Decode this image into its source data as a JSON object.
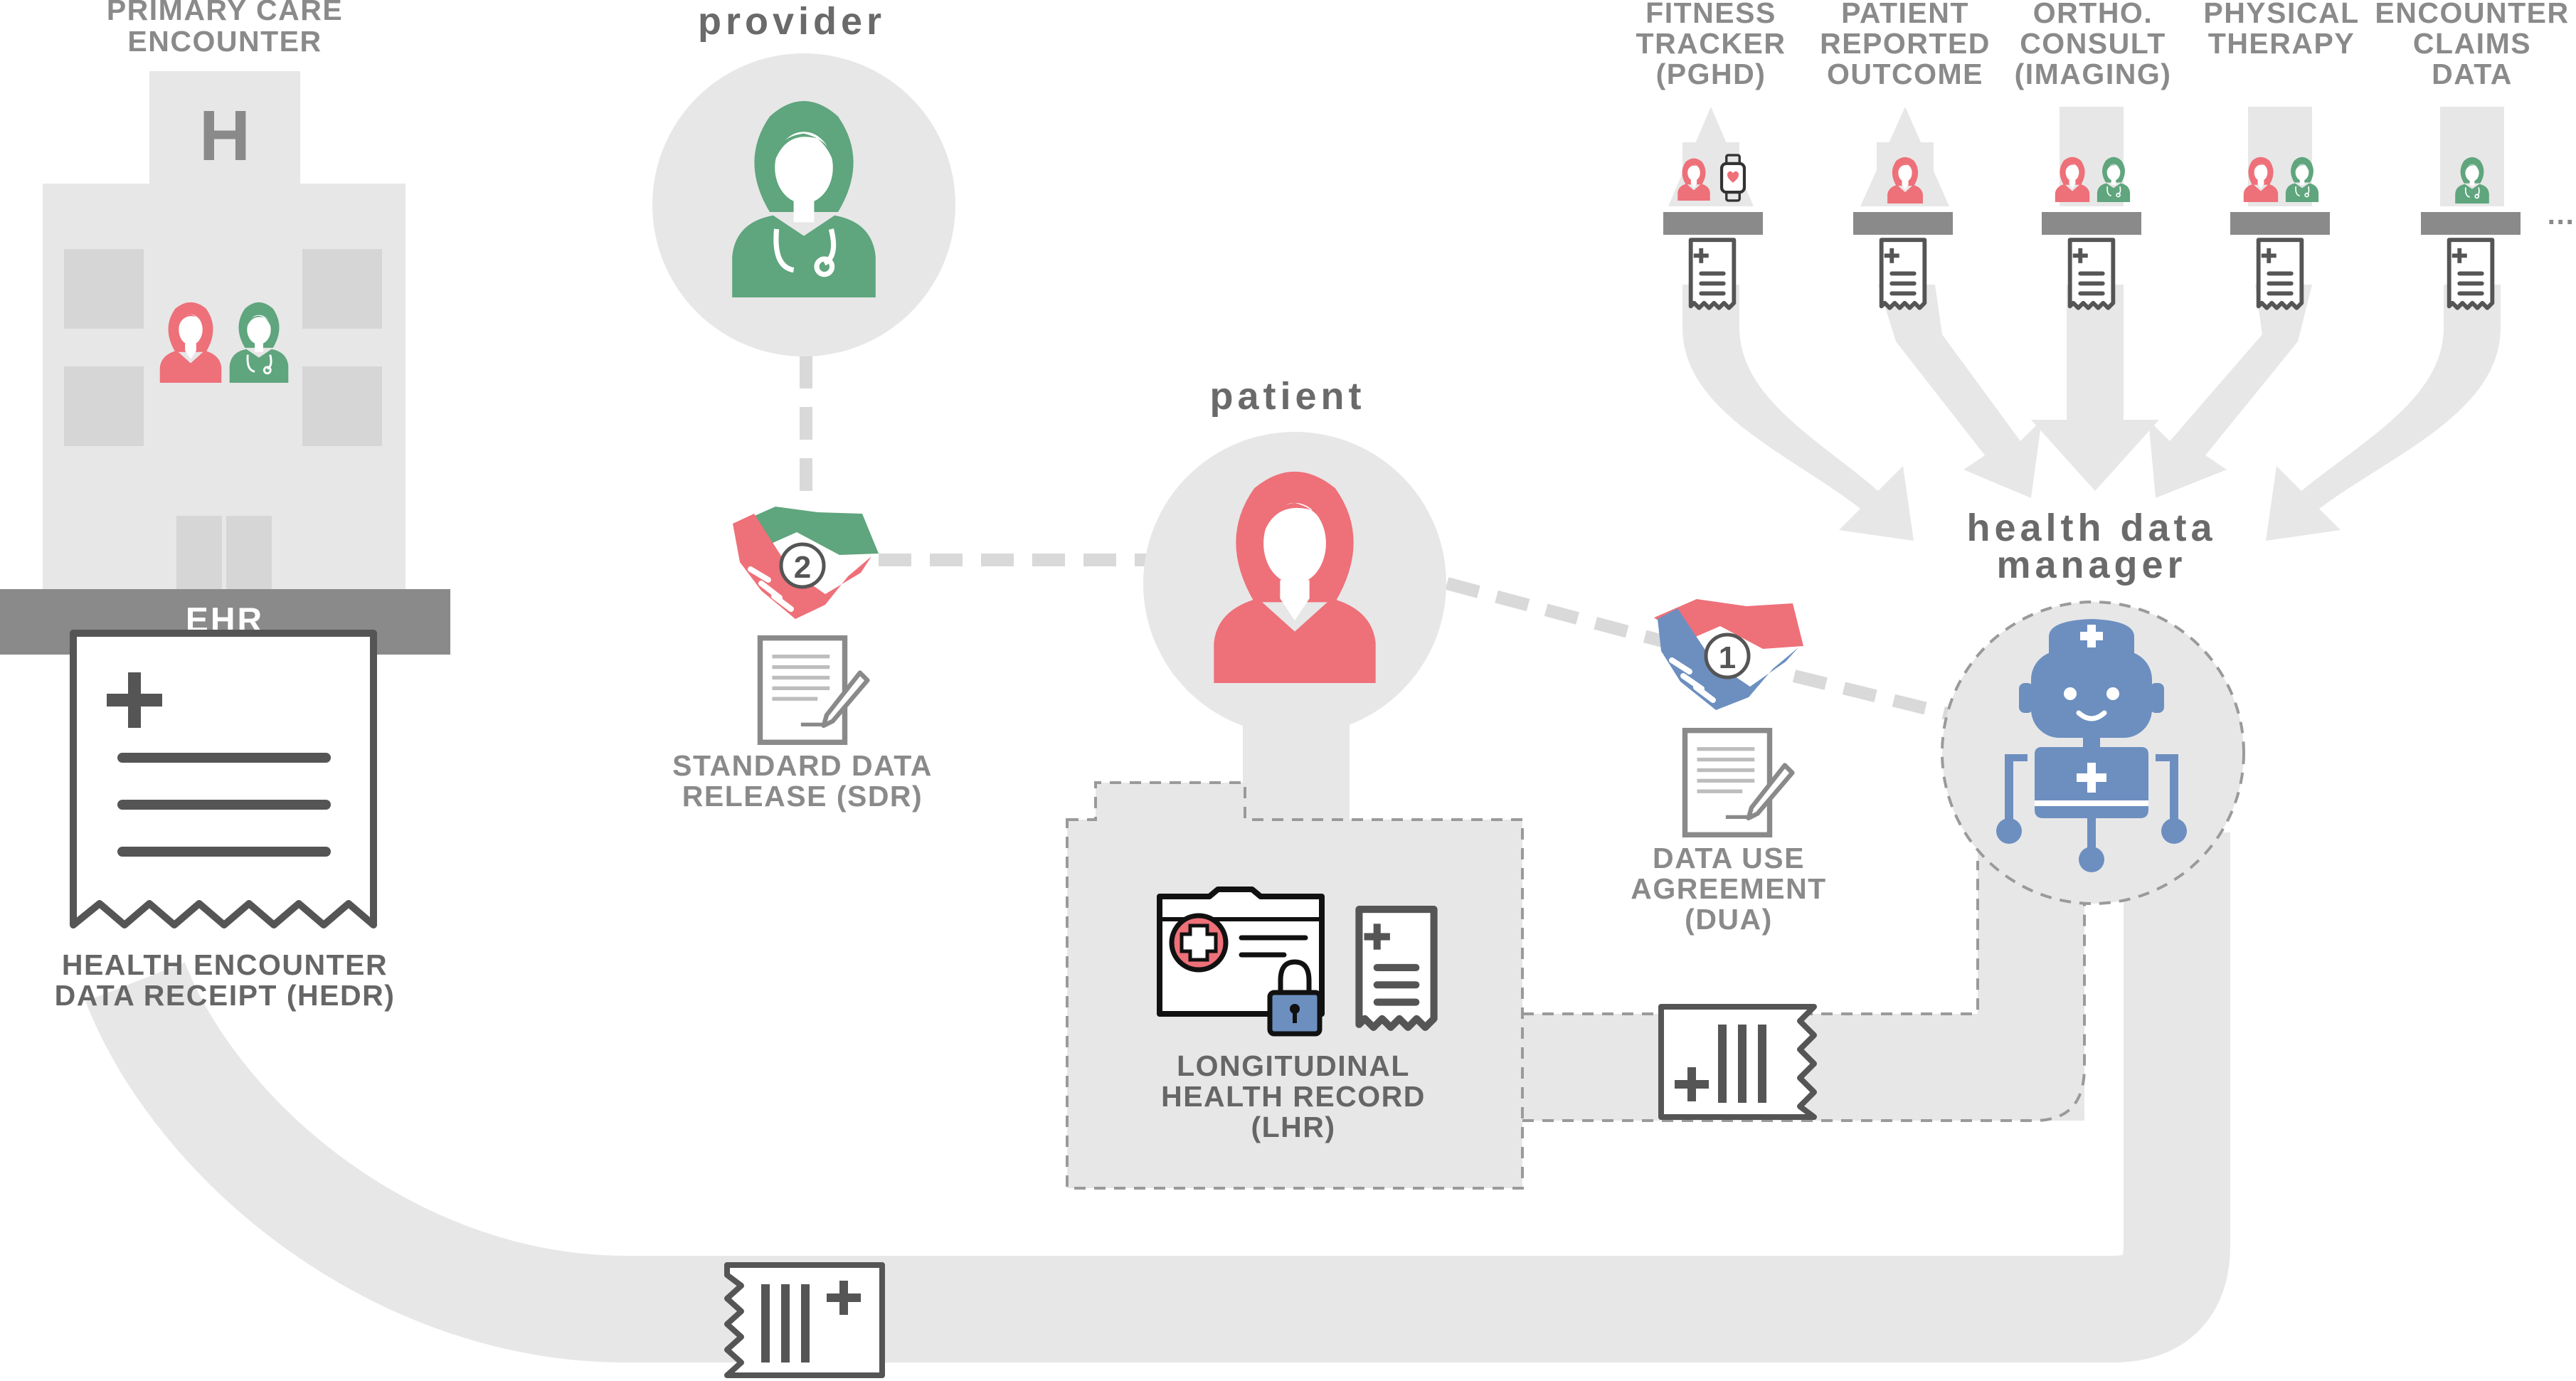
{
  "roles": {
    "provider": "provider",
    "patient": "patient",
    "manager_line1": "health data",
    "manager_line2": "manager"
  },
  "hospital": {
    "title_line1": "PRIMARY CARE",
    "title_line2": "ENCOUNTER",
    "sign": "H",
    "ehr": "EHR"
  },
  "receipts": {
    "hedr_line1": "HEALTH ENCOUNTER",
    "hedr_line2": "DATA RECEIPT (HEDR)"
  },
  "agreements": {
    "sdr_badge": "2",
    "sdr_line1": "STANDARD DATA",
    "sdr_line2": "RELEASE (SDR)",
    "dua_badge": "1",
    "dua_line1": "DATA USE",
    "dua_line2": "AGREEMENT",
    "dua_line3": "(DUA)"
  },
  "lhr": {
    "line1": "LONGITUDINAL",
    "line2": "HEALTH RECORD",
    "line3": "(LHR)"
  },
  "sources": [
    {
      "lines": [
        "FITNESS",
        "TRACKER",
        "(PGHD)"
      ],
      "icon": "patient-watch-icon"
    },
    {
      "lines": [
        "PATIENT",
        "REPORTED",
        "OUTCOME"
      ],
      "icon": "patient-icon"
    },
    {
      "lines": [
        "ORTHO.",
        "CONSULT",
        "(IMAGING)"
      ],
      "icon": "patient-provider-icon"
    },
    {
      "lines": [
        "PHYSICAL",
        "THERAPY"
      ],
      "icon": "patient-provider-icon"
    },
    {
      "lines": [
        "ENCOUNTER",
        "CLAIMS",
        "DATA"
      ],
      "icon": "provider-icon"
    }
  ],
  "more_indicator": "...",
  "colors": {
    "patient": "#ee7079",
    "provider": "#5fa57d",
    "robot": "#6c8fc0",
    "flow": "#e7e7e7",
    "dashed": "#d9d9d9",
    "text": "#8a8a8a",
    "icon_dark": "#555555"
  }
}
